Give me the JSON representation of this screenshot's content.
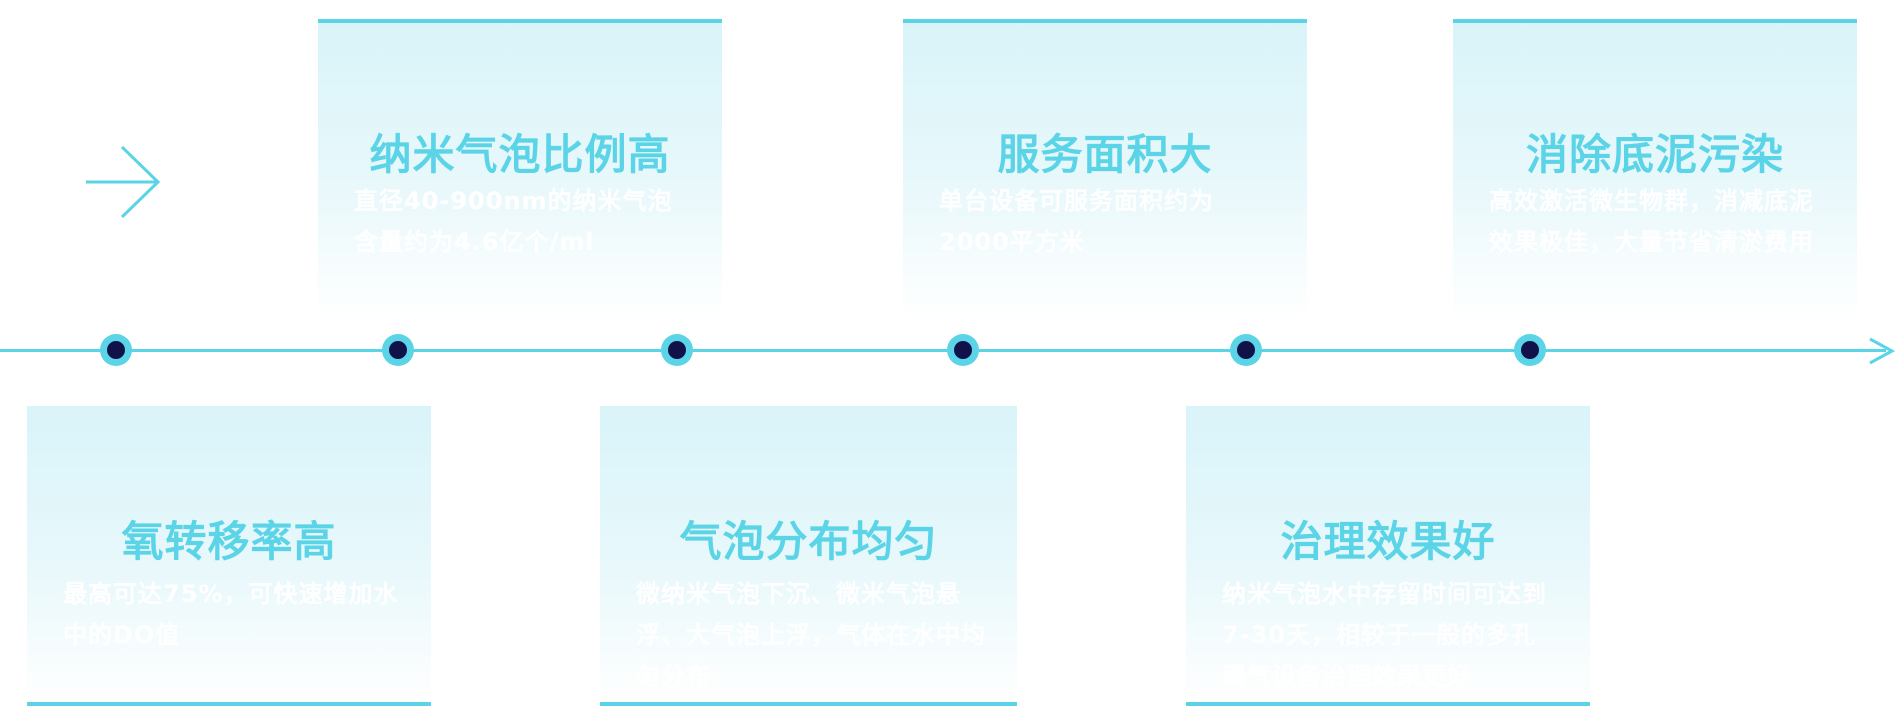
{
  "colors": {
    "accent": "#5ad4e6",
    "node_center": "#12124a",
    "card_bg_top": "#d9f4f9",
    "description_text": "#ffffff"
  },
  "decor_icon": "arrow-right-icon",
  "timeline_end_icon": "arrowhead-icon",
  "cards": [
    {
      "title": "氧转移率高",
      "description": "最高可达75%，可快速增加水中的DO值"
    },
    {
      "title": "纳米气泡比例高",
      "description": "直径40-900nm的纳米气泡含量约为4.6亿个/ml"
    },
    {
      "title": "气泡分布均匀",
      "description": "微纳米气泡下沉、微米气泡悬浮、大气泡上浮，气体在水中均匀分布"
    },
    {
      "title": "服务面积大",
      "description": "单台设备可服务面积约为2000平方米"
    },
    {
      "title": "治理效果好",
      "description": "纳米气泡水中存留时间可达到7-30天，相较于一般的多孔曝气设备治理效果更好"
    },
    {
      "title": "消除底泥污染",
      "description": "高效激活微生物群，消减底泥效果极佳，大量节省清淤费用"
    }
  ]
}
